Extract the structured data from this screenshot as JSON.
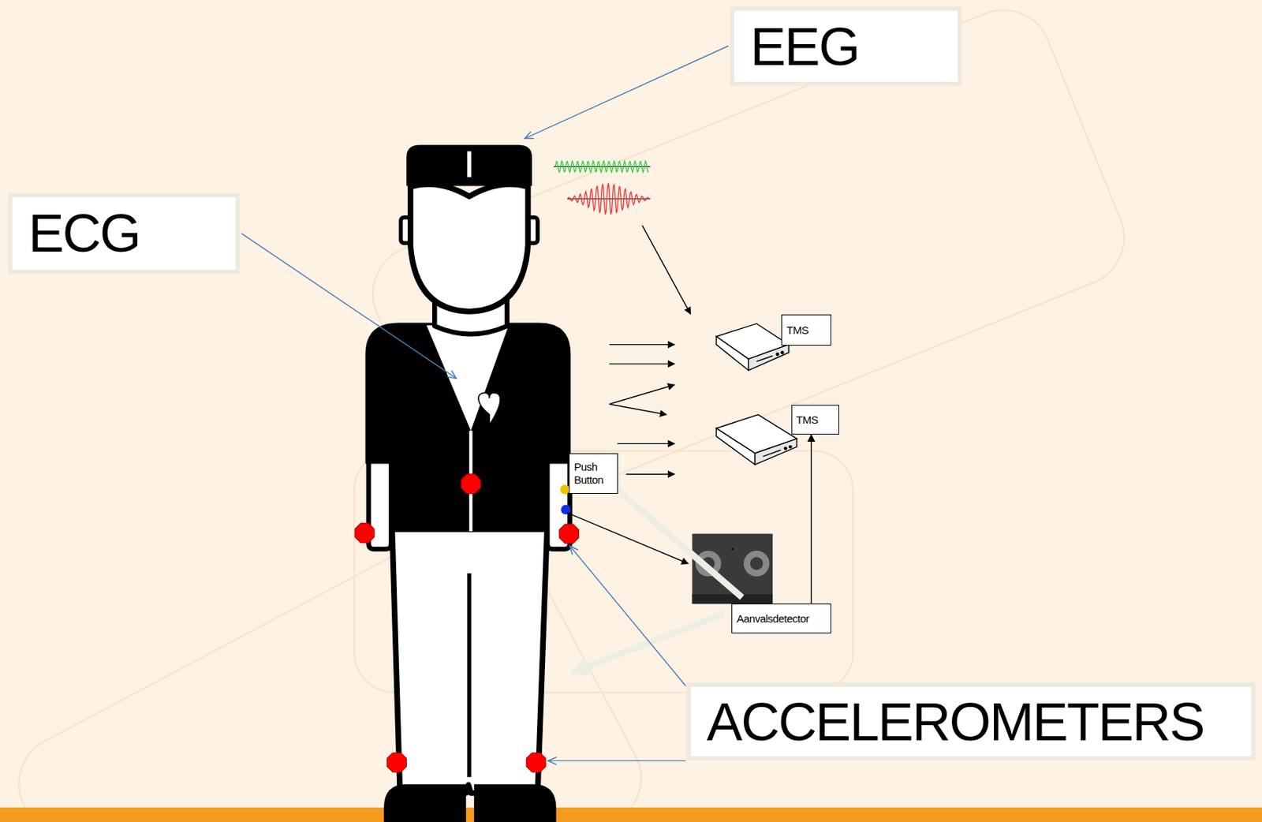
{
  "diagram": {
    "nodes": [
      {
        "text": [
          "EEG"
        ]
      },
      {
        "text": [
          "ECG"
        ]
      },
      {
        "text": [
          "TMS"
        ]
      },
      {
        "text": [
          "TMS"
        ]
      },
      {
        "text": [
          "Push Button"
        ]
      },
      {
        "text": [
          "Aanvalsdetector"
        ]
      },
      {
        "text": [
          "ACCELEROMETERS"
        ]
      }
    ],
    "edges": [
      {
        "from": 5,
        "to": 3,
        "arrow": "to"
      }
    ]
  }
}
